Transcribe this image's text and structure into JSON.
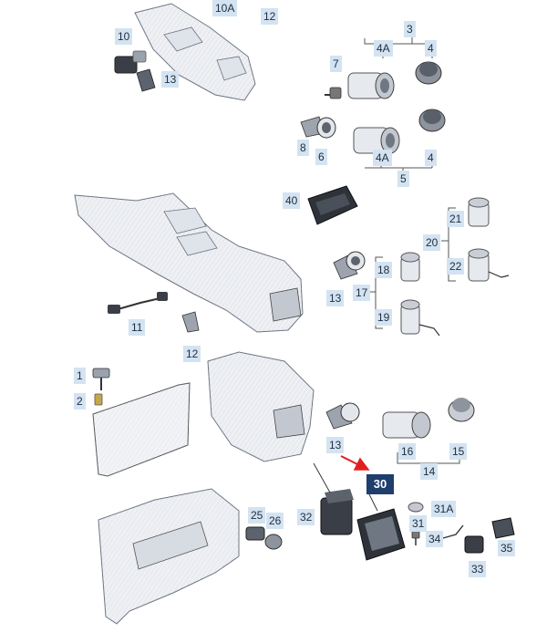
{
  "diagram": {
    "highlight_color": "#1f3e6c",
    "arrow_color": "#e02020",
    "label_bg_color": "#d3e3f1",
    "callouts": [
      {
        "id": "c10a",
        "text": "10A"
      },
      {
        "id": "c12top",
        "text": "12"
      },
      {
        "id": "c3",
        "text": "3"
      },
      {
        "id": "c4a1",
        "text": "4A"
      },
      {
        "id": "c4_1",
        "text": "4"
      },
      {
        "id": "c10",
        "text": "10"
      },
      {
        "id": "c13a",
        "text": "13"
      },
      {
        "id": "c7",
        "text": "7"
      },
      {
        "id": "c8",
        "text": "8"
      },
      {
        "id": "c6",
        "text": "6"
      },
      {
        "id": "c4a2",
        "text": "4A"
      },
      {
        "id": "c4_2",
        "text": "4"
      },
      {
        "id": "c5",
        "text": "5"
      },
      {
        "id": "c40",
        "text": "40"
      },
      {
        "id": "c21",
        "text": "21"
      },
      {
        "id": "c20",
        "text": "20"
      },
      {
        "id": "c22",
        "text": "22"
      },
      {
        "id": "c18",
        "text": "18"
      },
      {
        "id": "c17",
        "text": "17"
      },
      {
        "id": "c19",
        "text": "19"
      },
      {
        "id": "c13b",
        "text": "13"
      },
      {
        "id": "c11",
        "text": "11"
      },
      {
        "id": "c12mid",
        "text": "12"
      },
      {
        "id": "c1",
        "text": "1"
      },
      {
        "id": "c2",
        "text": "2"
      },
      {
        "id": "c13c",
        "text": "13"
      },
      {
        "id": "c16",
        "text": "16"
      },
      {
        "id": "c15",
        "text": "15"
      },
      {
        "id": "c14",
        "text": "14"
      },
      {
        "id": "c30",
        "text": "30"
      },
      {
        "id": "c31a",
        "text": "31A"
      },
      {
        "id": "c31",
        "text": "31"
      },
      {
        "id": "c32",
        "text": "32"
      },
      {
        "id": "c25",
        "text": "25"
      },
      {
        "id": "c26",
        "text": "26"
      },
      {
        "id": "c34",
        "text": "34"
      },
      {
        "id": "c35",
        "text": "35"
      },
      {
        "id": "c33",
        "text": "33"
      }
    ]
  }
}
